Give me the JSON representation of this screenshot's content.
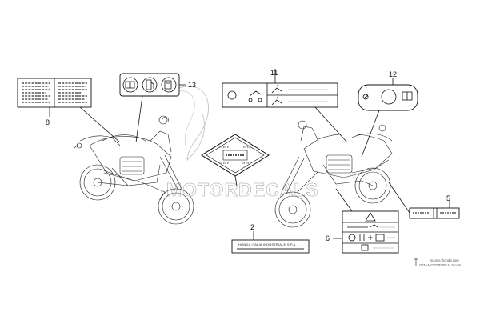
{
  "callouts": {
    "c2": "2",
    "c5": "5",
    "c6": "6",
    "c8": "8",
    "c11": "11",
    "c12": "12",
    "c13": "13"
  },
  "label_2_text": "HONDA ITALIA INDUSTRIALE S.P.A.",
  "watermark_text": "MOTORDECALS",
  "source_lines": [
    "source: honda.com",
    "OEM-MOTORDECALS.com"
  ]
}
